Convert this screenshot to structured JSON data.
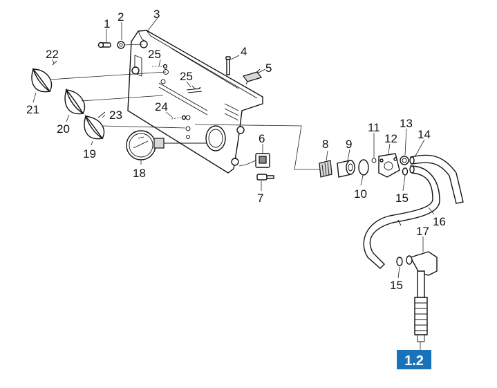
{
  "labels": {
    "p1": "1",
    "p2": "2",
    "p3": "3",
    "p4": "4",
    "p5": "5",
    "p6": "6",
    "p7": "7",
    "p8": "8",
    "p9": "9",
    "p10": "10",
    "p11": "11",
    "p12": "12",
    "p13": "13",
    "p14": "14",
    "p15a": "15",
    "p15b": "15",
    "p16": "16",
    "p17": "17",
    "p18": "18",
    "p19": "19",
    "p20": "20",
    "p21": "21",
    "p22": "22",
    "p23": "23",
    "p24": "24",
    "p25a": "25",
    "p25b": "25"
  },
  "badge": {
    "text": "1.2",
    "color": "#1a72b8"
  }
}
